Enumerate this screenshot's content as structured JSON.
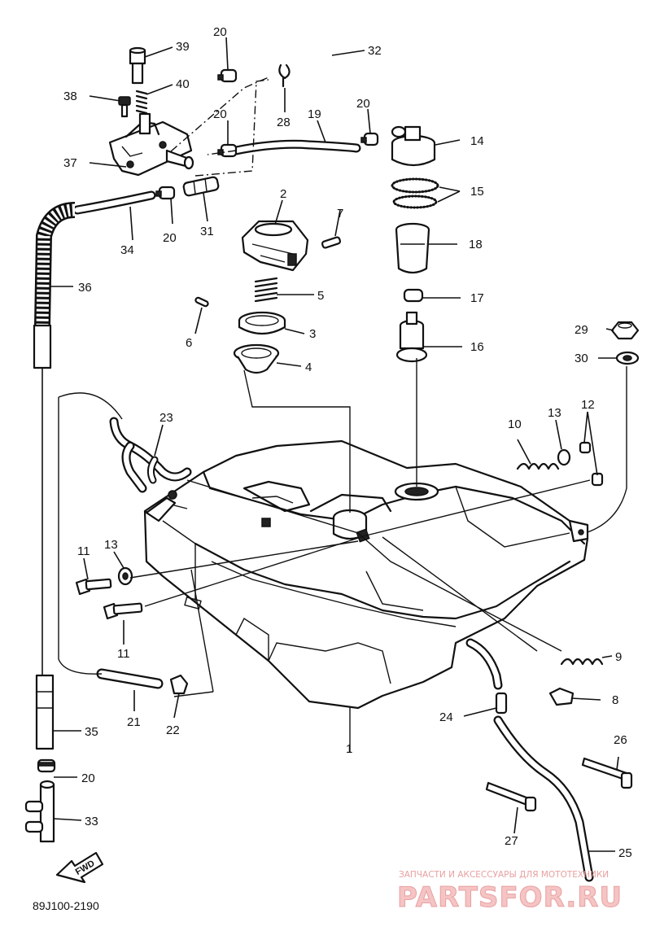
{
  "diagram": {
    "code": "89J100-2190",
    "fwd_label": "FWD"
  },
  "watermark": {
    "subtitle": "ЗАПЧАСТИ И АКСЕССУАРЫ ДЛЯ МОТОТЕХНИКИ",
    "brand": "PARTSFOR.RU"
  },
  "callouts": [
    {
      "id": "c39",
      "text": "39"
    },
    {
      "id": "c20a",
      "text": "20"
    },
    {
      "id": "c32",
      "text": "32"
    },
    {
      "id": "c38",
      "text": "38"
    },
    {
      "id": "c40",
      "text": "40"
    },
    {
      "id": "c28",
      "text": "28"
    },
    {
      "id": "c20b",
      "text": "20"
    },
    {
      "id": "c19",
      "text": "19"
    },
    {
      "id": "c20c",
      "text": "20"
    },
    {
      "id": "c14",
      "text": "14"
    },
    {
      "id": "c37",
      "text": "37"
    },
    {
      "id": "c15",
      "text": "15"
    },
    {
      "id": "c2",
      "text": "2"
    },
    {
      "id": "c7",
      "text": "7"
    },
    {
      "id": "c34",
      "text": "34"
    },
    {
      "id": "c20d",
      "text": "20"
    },
    {
      "id": "c31",
      "text": "31"
    },
    {
      "id": "c18",
      "text": "18"
    },
    {
      "id": "c36",
      "text": "36"
    },
    {
      "id": "c5",
      "text": "5"
    },
    {
      "id": "c17",
      "text": "17"
    },
    {
      "id": "c3",
      "text": "3"
    },
    {
      "id": "c6",
      "text": "6"
    },
    {
      "id": "c29",
      "text": "29"
    },
    {
      "id": "c16",
      "text": "16"
    },
    {
      "id": "c4",
      "text": "4"
    },
    {
      "id": "c30",
      "text": "30"
    },
    {
      "id": "c23",
      "text": "23"
    },
    {
      "id": "c13a",
      "text": "13"
    },
    {
      "id": "c12",
      "text": "12"
    },
    {
      "id": "c10",
      "text": "10"
    },
    {
      "id": "c11a",
      "text": "11"
    },
    {
      "id": "c13b",
      "text": "13"
    },
    {
      "id": "c11b",
      "text": "11"
    },
    {
      "id": "c9",
      "text": "9"
    },
    {
      "id": "c8",
      "text": "8"
    },
    {
      "id": "c24",
      "text": "24"
    },
    {
      "id": "c35",
      "text": "35"
    },
    {
      "id": "c21",
      "text": "21"
    },
    {
      "id": "c22",
      "text": "22"
    },
    {
      "id": "c1",
      "text": "1"
    },
    {
      "id": "c26",
      "text": "26"
    },
    {
      "id": "c20e",
      "text": "20"
    },
    {
      "id": "c33",
      "text": "33"
    },
    {
      "id": "c27",
      "text": "27"
    },
    {
      "id": "c25",
      "text": "25"
    }
  ]
}
